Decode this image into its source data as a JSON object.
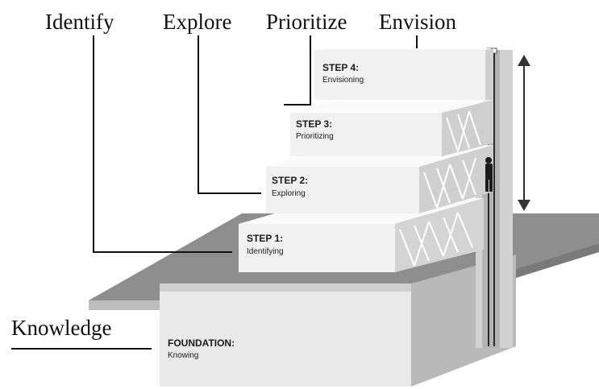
{
  "labels": {
    "identify": "Identify",
    "explore": "Explore",
    "prioritize": "Prioritize",
    "envision": "Envision",
    "knowledge": "Knowledge"
  },
  "steps": {
    "step4": {
      "title": "STEP 4:",
      "sub": "Envisioning"
    },
    "step3": {
      "title": "STEP 3:",
      "sub": "Prioritizing"
    },
    "step2": {
      "title": "STEP 2:",
      "sub": "Exploring"
    },
    "step1": {
      "title": "STEP 1:",
      "sub": "Identifying"
    },
    "foundation": {
      "title": "FOUNDATION:",
      "sub": "Knowing"
    }
  },
  "colors": {
    "ground": "#8f8f8f",
    "slab": "#f2f2f2",
    "slab_side": "#d6d6d6",
    "tower": "#bdbdbd",
    "ink": "#111111"
  }
}
